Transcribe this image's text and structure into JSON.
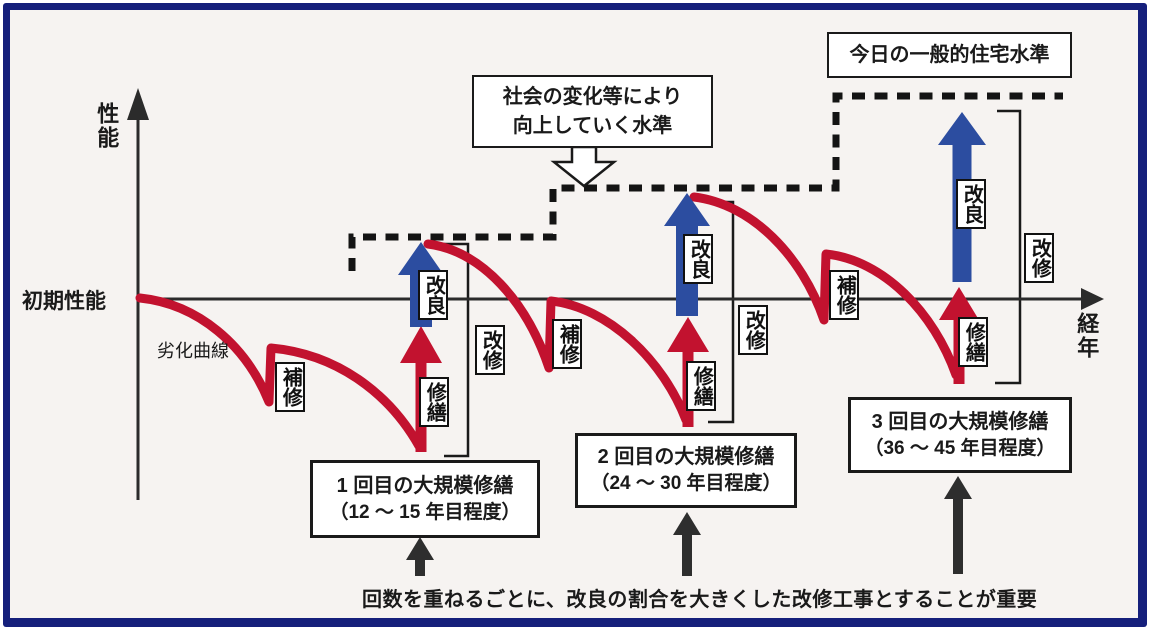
{
  "colors": {
    "background": "#f6f3f1",
    "frame_navy": "#151f7b",
    "deterioration_red": "#c2122f",
    "improvement_blue": "#2c4da0",
    "ink_black": "#1a1a1a",
    "label_box_bg": "#ffffff"
  },
  "axes": {
    "y_axis_label": "性能",
    "x_axis_label": "経年",
    "initial_performance_label": "初期性能",
    "deterioration_curve_label": "劣化曲線"
  },
  "callouts": {
    "improving_standard": {
      "line1": "社会の変化等により",
      "line2": "向上していく水準"
    },
    "todays_standard": "今日の一般的住宅水準"
  },
  "action_labels": {
    "hoshu": "補修",
    "shuzen": "修繕",
    "kairyo": "改良",
    "kaishu": "改修"
  },
  "milestones": [
    {
      "title": "1 回目の大規模修繕",
      "period": "（12 ～ 15 年目程度）"
    },
    {
      "title": "2 回目の大規模修繕",
      "period": "（24 ～ 30 年目程度）"
    },
    {
      "title": "3 回目の大規模修繕",
      "period": "（36 ～ 45 年目程度）"
    }
  ],
  "footer": "回数を重ねるごとに、改良の割合を大きくした改修工事とすることが重要"
}
